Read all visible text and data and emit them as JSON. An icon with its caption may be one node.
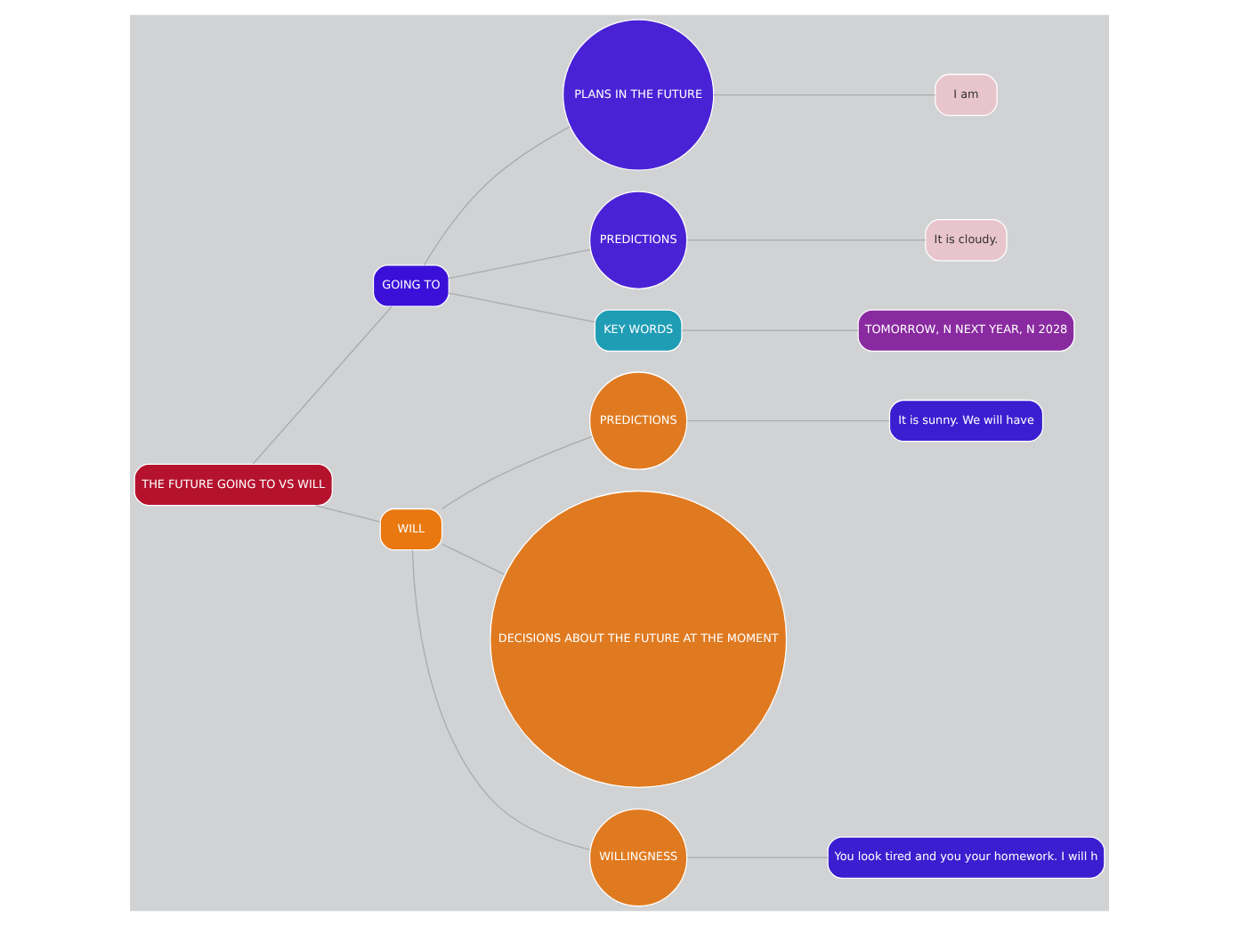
{
  "diagram": {
    "nodes": [
      {
        "text": [
          "THE FUTURE GOING TO VS WILL"
        ]
      },
      {
        "text": [
          "GOING TO"
        ]
      },
      {
        "text": [
          "PLANS IN THE FUTURE"
        ]
      },
      {
        "text": [
          "I am"
        ]
      },
      {
        "text": [
          "PREDICTIONS"
        ]
      },
      {
        "text": [
          "It is cloudy."
        ]
      },
      {
        "text": [
          "KEY WORDS"
        ]
      },
      {
        "text": [
          "TOMORROW, N NEXT YEAR, N 2028"
        ]
      },
      {
        "text": [
          "WILL"
        ]
      },
      {
        "text": [
          "PREDICTIONS"
        ]
      },
      {
        "text": [
          "It is sunny. We will have"
        ]
      },
      {
        "text": [
          "DECISIONS ABOUT THE FUTURE AT THE MOMENT"
        ]
      },
      {
        "text": [
          "WILLINGNESS"
        ]
      },
      {
        "text": [
          "You look tired and you your homework. I will h"
        ]
      }
    ],
    "edges": [
      {
        "from": 0,
        "to": 1,
        "arrow": "none"
      },
      {
        "from": 1,
        "to": 2,
        "arrow": "none"
      },
      {
        "from": 2,
        "to": 3,
        "arrow": "none"
      },
      {
        "from": 1,
        "to": 4,
        "arrow": "none"
      },
      {
        "from": 4,
        "to": 5,
        "arrow": "none"
      },
      {
        "from": 1,
        "to": 6,
        "arrow": "none"
      },
      {
        "from": 6,
        "to": 7,
        "arrow": "none"
      },
      {
        "from": 0,
        "to": 8,
        "arrow": "none"
      },
      {
        "from": 8,
        "to": 9,
        "arrow": "none"
      },
      {
        "from": 9,
        "to": 10,
        "arrow": "none"
      },
      {
        "from": 8,
        "to": 11,
        "arrow": "none"
      },
      {
        "from": 8,
        "to": 12,
        "arrow": "none"
      },
      {
        "from": 12,
        "to": 13,
        "arrow": "none"
      }
    ]
  }
}
